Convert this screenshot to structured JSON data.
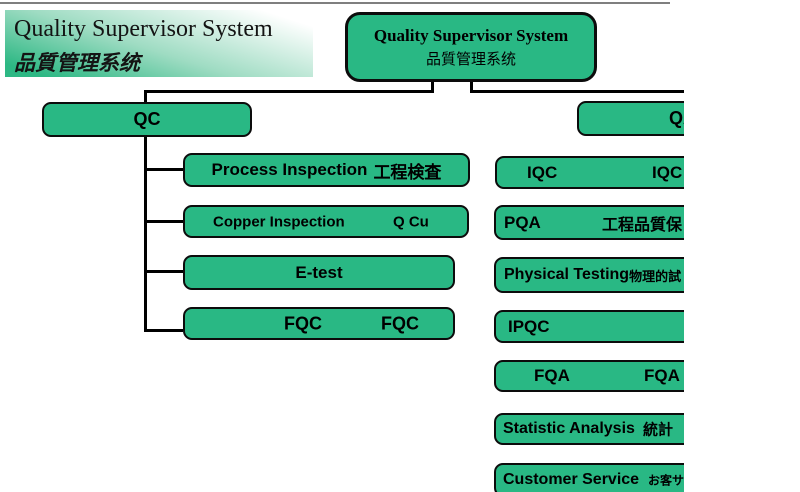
{
  "colors": {
    "box_green": "#29b884",
    "box_border": "#0c0c0c",
    "connector": "#000000",
    "top_rule": "#7f7f7f"
  },
  "banner": {
    "title": "Quality Supervisor System",
    "subtitle": "品質管理系统"
  },
  "root": {
    "title": "Quality Supervisor System",
    "subtitle": "品質管理系统"
  },
  "qc_branch": {
    "parent_label": "QC",
    "process_inspection": {
      "en": "Process Inspection",
      "jp": "工程検査"
    },
    "copper_inspection": {
      "en": "Copper Inspection",
      "code": "Q Cu"
    },
    "e_test": {
      "en": "E-test"
    },
    "fqc": {
      "en": "FQC",
      "code": "FQC"
    }
  },
  "qa_branch": {
    "parent_label": "QA",
    "iqc": {
      "en": "IQC",
      "code": "IQC"
    },
    "pqa": {
      "en": "PQA",
      "jp": "工程品質保"
    },
    "physical_testing": {
      "en": "Physical Testing",
      "jp": "物理的試"
    },
    "ipqc": {
      "en": "IPQC"
    },
    "fqa": {
      "en": "FQA",
      "code": "FQA"
    },
    "statistic_analysis": {
      "en": "Statistic Analysis",
      "jp": "統計"
    },
    "customer_service": {
      "en": "Customer Service",
      "jp": "お客サ"
    }
  }
}
